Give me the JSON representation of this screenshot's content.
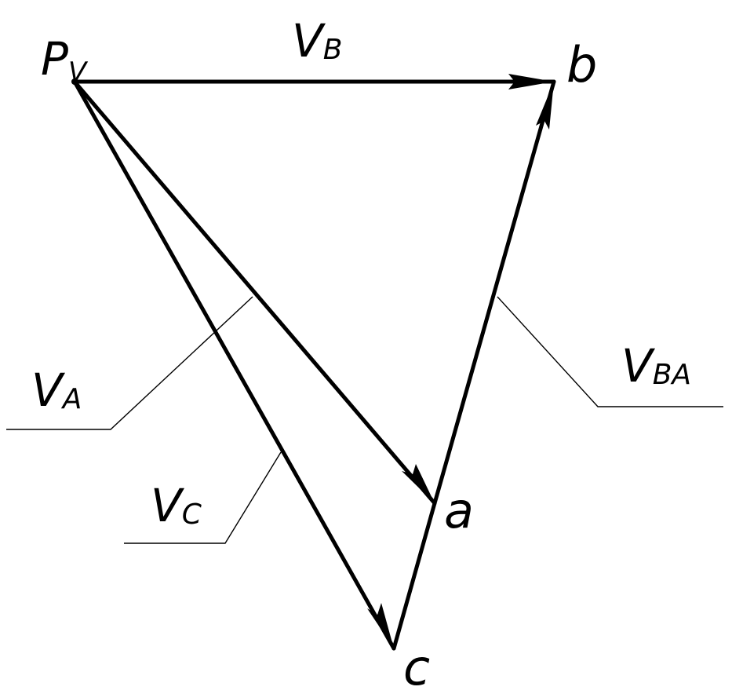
{
  "diagram": {
    "labels": {
      "pole_main": "P",
      "pole_sub": "V",
      "vb_main": "V",
      "vb_sub": "B",
      "va_main": "V",
      "va_sub": "A",
      "vc_main": "V",
      "vc_sub": "C",
      "vba_main": "V",
      "vba_sub": "BA",
      "point_a": "a",
      "point_b": "b",
      "point_c": "c"
    },
    "colors": {
      "ink": "#000000",
      "background": "#ffffff"
    }
  }
}
